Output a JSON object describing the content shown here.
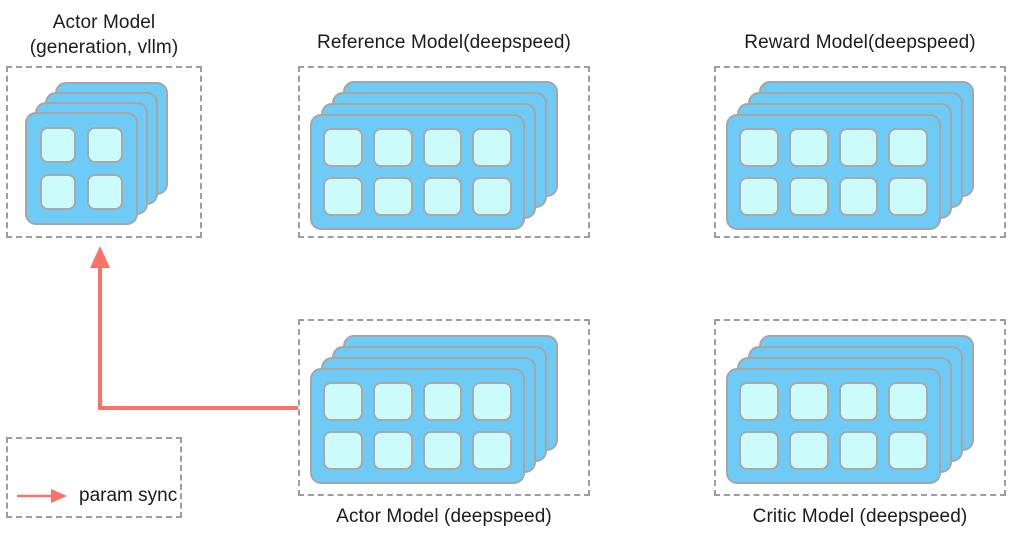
{
  "diagram": {
    "title_text_color": "#1b1b1b",
    "card_color": "#6ECBF5",
    "cell_color": "#CCFBFB",
    "card_border_color": "#a6a6a6",
    "dashed_border_color": "#9d9d9d",
    "arrow_color": "#FA7268"
  },
  "groups": [
    {
      "id": "actor-vllm",
      "label": "Actor Model\n(generation, vllm)",
      "label_position": "top",
      "layers": 4,
      "grid": "2x2",
      "cells": 4
    },
    {
      "id": "reference-model",
      "label": "Reference Model(deepspeed)",
      "label_position": "top",
      "layers": 4,
      "grid": "4x2",
      "cells": 8
    },
    {
      "id": "reward-model",
      "label": "Reward Model(deepspeed)",
      "label_position": "top",
      "layers": 4,
      "grid": "4x2",
      "cells": 8
    },
    {
      "id": "actor-deepspeed",
      "label": "Actor Model (deepspeed)",
      "label_position": "bottom",
      "layers": 4,
      "grid": "4x2",
      "cells": 8
    },
    {
      "id": "critic-model",
      "label": "Critic Model (deepspeed)",
      "label_position": "bottom",
      "layers": 4,
      "grid": "4x2",
      "cells": 8
    }
  ],
  "legend": {
    "label": "param sync",
    "arrow_icon": "arrow-right-icon",
    "color": "#FA7268"
  },
  "connection": {
    "from": "actor-deepspeed",
    "to": "actor-vllm",
    "label": "param sync",
    "color": "#FA7268"
  }
}
